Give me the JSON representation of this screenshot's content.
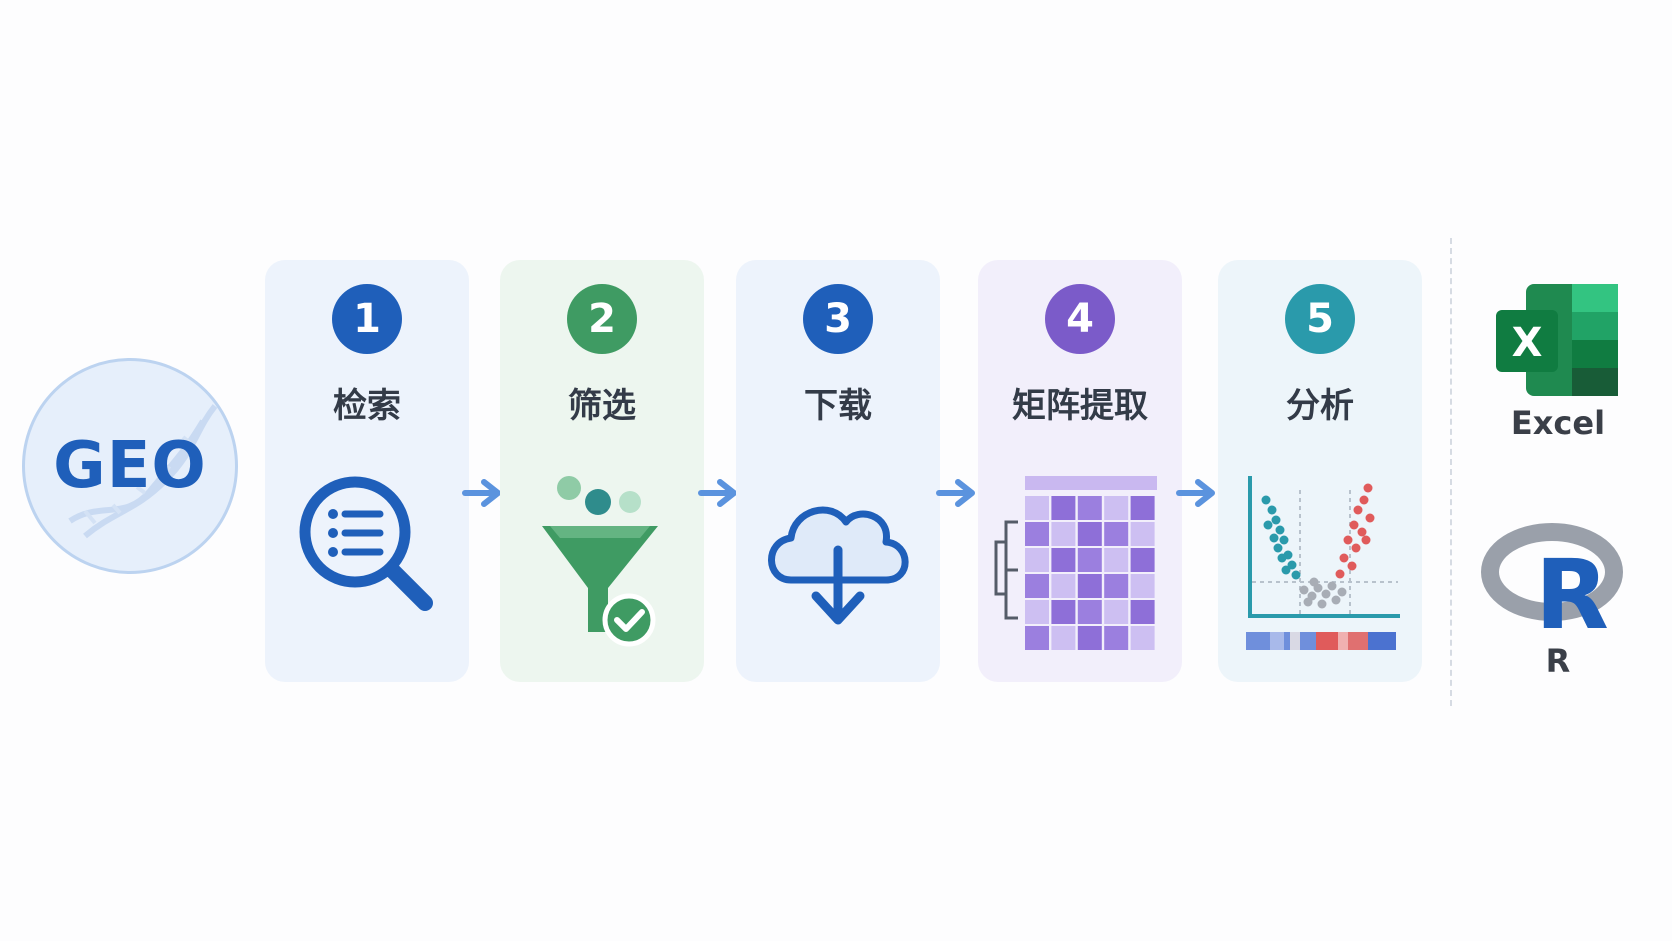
{
  "source": {
    "label": "GEO"
  },
  "steps": [
    {
      "number": "1",
      "label": "检索",
      "icon": "search-list-icon",
      "badge_color": "#1f5fba",
      "card_color": "#edf3fc"
    },
    {
      "number": "2",
      "label": "筛选",
      "icon": "funnel-check-icon",
      "badge_color": "#3f9b63",
      "card_color": "#edf6ef"
    },
    {
      "number": "3",
      "label": "下载",
      "icon": "cloud-download-icon",
      "badge_color": "#1f5fba",
      "card_color": "#edf3fc"
    },
    {
      "number": "4",
      "label": "矩阵提取",
      "icon": "heatmap-matrix-icon",
      "badge_color": "#7b5bc9",
      "card_color": "#f2effb"
    },
    {
      "number": "5",
      "label": "分析",
      "icon": "volcano-plot-icon",
      "badge_color": "#2a9aab",
      "card_color": "#edf5fa"
    }
  ],
  "tools": [
    {
      "label": "Excel",
      "icon": "excel-icon"
    },
    {
      "label": "R",
      "icon": "r-logo-icon"
    }
  ]
}
